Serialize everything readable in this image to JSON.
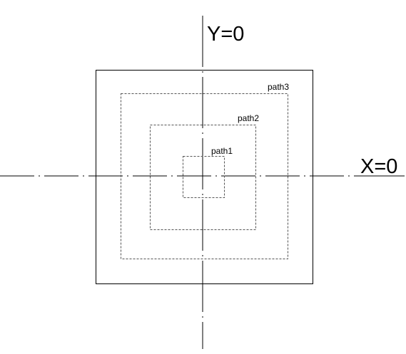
{
  "axes": {
    "y_label": "Y=0",
    "x_label": "X=0"
  },
  "paths": [
    {
      "id": "path1",
      "label": "path1",
      "style": "dashed"
    },
    {
      "id": "path2",
      "label": "path2",
      "style": "dashed"
    },
    {
      "id": "path3",
      "label": "path3",
      "style": "dashed"
    }
  ],
  "colors": {
    "line": "#000000",
    "dashed_line": "#555555",
    "background": "#ffffff"
  }
}
